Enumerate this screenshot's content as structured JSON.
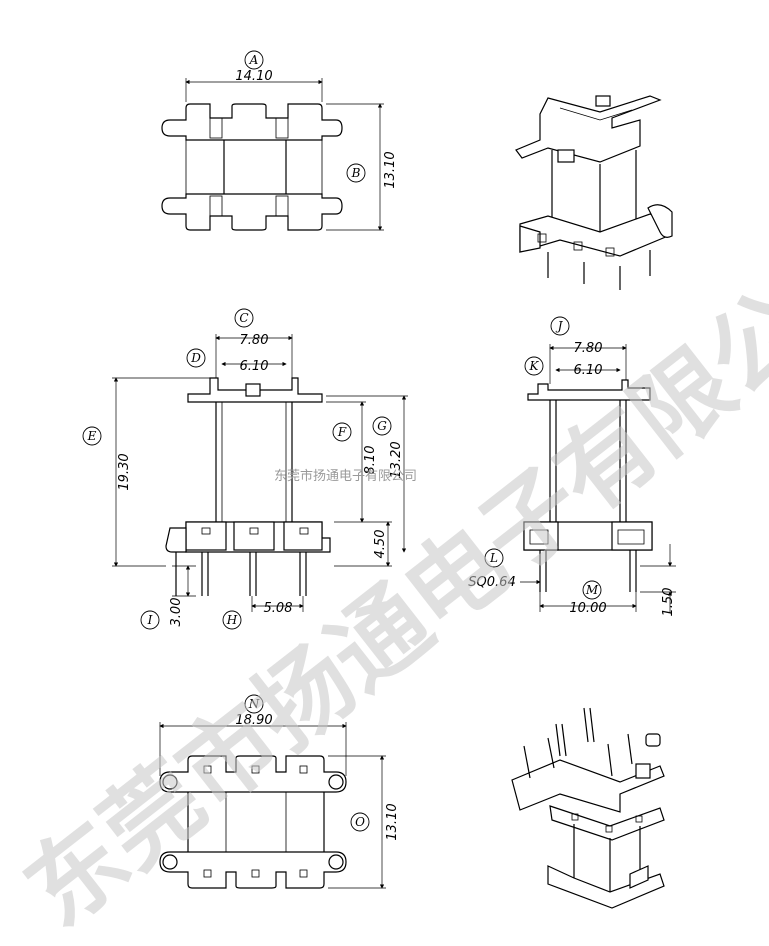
{
  "labels": {
    "A": "A",
    "B": "B",
    "C": "C",
    "D": "D",
    "E": "E",
    "F": "F",
    "G": "G",
    "H": "H",
    "I": "I",
    "J": "J",
    "K": "K",
    "L": "L",
    "M": "M",
    "N": "N",
    "O": "O"
  },
  "dims": {
    "a": "14.10",
    "b": "13.10",
    "c": "7.80",
    "d": "6.10",
    "e": "19.30",
    "f": "8.10",
    "g": "13.20",
    "h": "5.08",
    "i": "3.00",
    "i2": "4.50",
    "j": "7.80",
    "k": "6.10",
    "l": "SQ0.64",
    "m": "10.00",
    "m2": "1.50",
    "n": "18.90",
    "o": "13.10"
  },
  "watermark": {
    "large": "东莞市扬通电子有限公司",
    "small": "东莞市扬通电子有限公司"
  }
}
